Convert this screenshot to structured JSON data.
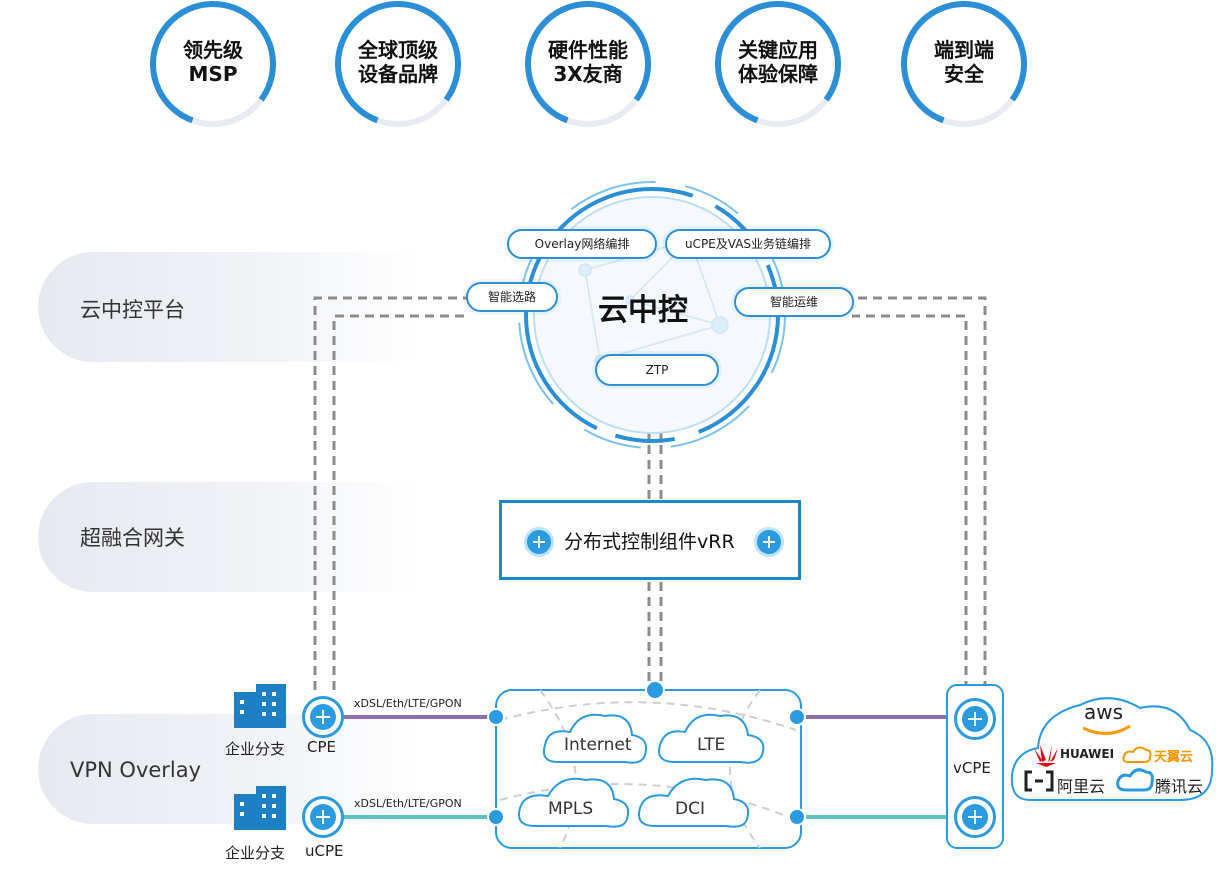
{
  "features": [
    {
      "line1": "领先级",
      "line2": "MSP"
    },
    {
      "line1": "全球顶级",
      "line2": "设备品牌"
    },
    {
      "line1": "硬件性能",
      "line2": "3X友商"
    },
    {
      "line1": "关键应用",
      "line2": "体验保障"
    },
    {
      "line1": "端到端",
      "line2": "安全"
    }
  ],
  "layers": {
    "cloud_platform": "云中控平台",
    "gateway": "超融合网关",
    "vpn_overlay": "VPN Overlay"
  },
  "controller": {
    "title": "云中控",
    "capabilities": {
      "overlay": "Overlay网络编排",
      "ucpe": "uCPE及VAS业务链编排",
      "routing": "智能选路",
      "ops": "智能运维",
      "ztp": "ZTP"
    }
  },
  "vrr": {
    "label": "分布式控制组件vRR"
  },
  "edge": {
    "branch1_label": "企业分支",
    "branch1_device": "CPE",
    "branch2_label": "企业分支",
    "branch2_device": "uCPE",
    "link1": "xDSL/Eth/LTE/GPON",
    "link2": "xDSL/Eth/LTE/GPON"
  },
  "transport": {
    "internet": "Internet",
    "lte": "LTE",
    "mpls": "MPLS",
    "dci": "DCI"
  },
  "vcpe": {
    "label": "vCPE"
  },
  "clouds": {
    "aws": "aws",
    "huawei": "HUAWEI",
    "tianyi": "天翼云",
    "aliyun": "阿里云",
    "tencent": "腾讯云"
  },
  "colors": {
    "accent_blue": "#2a9be0",
    "link_purple": "#8e6fb0",
    "link_teal": "#5cc1bf",
    "dashed_gray": "#8c8c8c",
    "huawei_red": "#e60012",
    "tianyi_orange": "#f39800",
    "aws_orange": "#ff9900"
  }
}
